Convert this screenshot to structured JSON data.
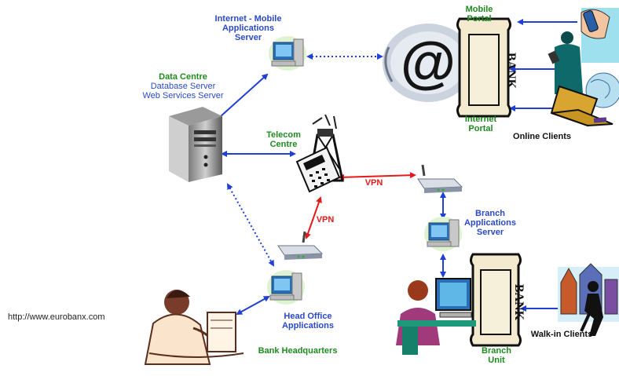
{
  "labels": {
    "internet_mobile_server": [
      "Internet - Mobile",
      "Applications",
      "Server"
    ],
    "mobile_portal": [
      "Mobile",
      "Portal"
    ],
    "internet_portal": [
      "Internet",
      "Portal"
    ],
    "online_clients": "Online Clients",
    "data_centre_title": "Data Centre",
    "data_centre_lines": [
      "Database Server",
      "Web Services Server"
    ],
    "telecom_centre": [
      "Telecom",
      "Centre"
    ],
    "vpn_horizontal": "VPN",
    "vpn_vertical": "VPN",
    "branch_server": [
      "Branch",
      "Applications",
      "Server"
    ],
    "head_office": [
      "Head Office",
      "Applications"
    ],
    "bank_headquarters": "Bank Headquarters",
    "walkin_clients": "Walk-in Clients",
    "branch_unit": [
      "Branch",
      "Unit"
    ],
    "url": "http://www.eurobanx.com",
    "bank_sign": "BANK",
    "at_sign": "@"
  },
  "colors": {
    "link_blue": "#1f3fd6",
    "vpn_red": "#e31b1b",
    "label_green": "#1e8b1e",
    "label_blue": "#2a49c9"
  },
  "icons": [
    "server-tower-icon",
    "workstation-icon",
    "router-icon",
    "telecom-tower-icon",
    "at-sign-icon",
    "bank-sign-icon",
    "mobile-user-icon",
    "laptop-icon",
    "office-worker-icon",
    "teller-icon",
    "walkin-client-icon"
  ]
}
